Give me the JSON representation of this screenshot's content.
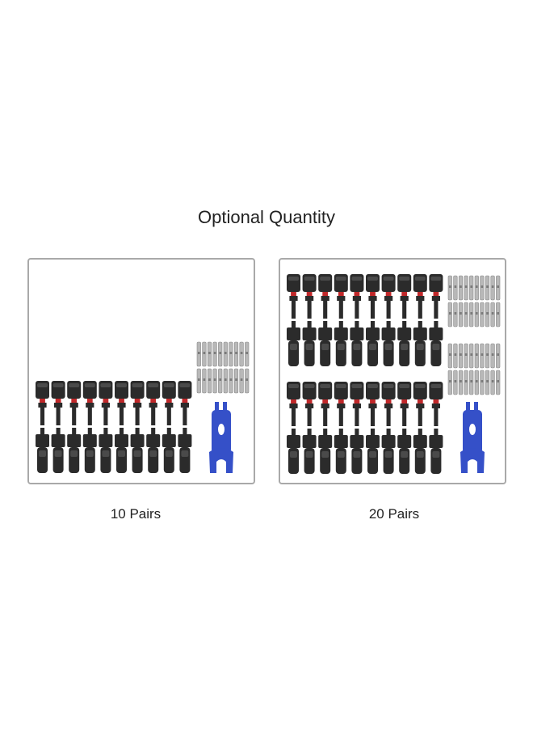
{
  "heading": "Optional Quantity",
  "options": [
    {
      "label": "10 Pairs",
      "pairs": 10,
      "connector_rows": 1
    },
    {
      "label": "20 Pairs",
      "pairs": 20,
      "connector_rows": 2
    }
  ],
  "colors": {
    "border": "#a9a9a9",
    "connector": "#2b2b2b",
    "connector_highlight": "#4a4a4a",
    "seal_red": "#c0282a",
    "pin_metal": "#b8b8b8",
    "wrench_blue": "#3550c8"
  },
  "icons": {
    "connector": "mc4-connector-icon",
    "pin": "crimp-pin-icon",
    "wrench": "spanner-wrench-icon"
  }
}
